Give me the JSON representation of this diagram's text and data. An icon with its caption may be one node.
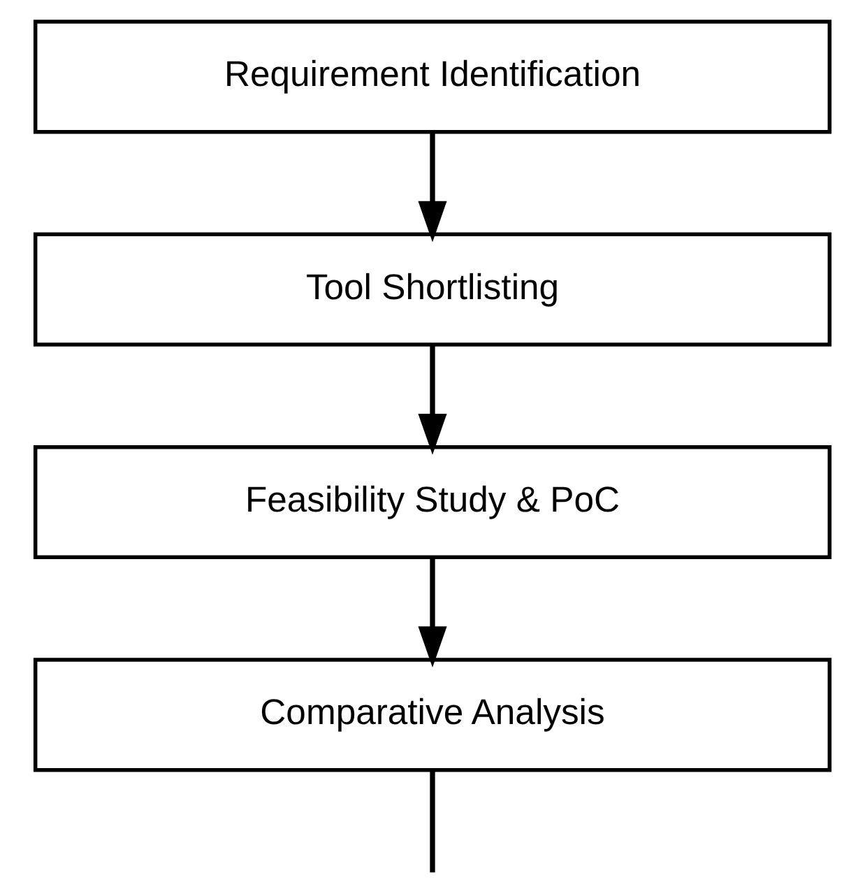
{
  "diagram": {
    "nodes": [
      {
        "text": [
          "Requirement Identification"
        ]
      },
      {
        "text": [
          "Tool Shortlisting"
        ]
      },
      {
        "text": [
          "Feasibility Study & PoC"
        ]
      },
      {
        "text": [
          "Comparative Analysis"
        ]
      }
    ],
    "edges": [
      {
        "from": 0,
        "to": 1,
        "arrow": "to"
      },
      {
        "from": 1,
        "to": 2,
        "arrow": "to"
      },
      {
        "from": 2,
        "to": 3,
        "arrow": "to"
      },
      {
        "from": 3,
        "to": null,
        "arrow": "none"
      }
    ]
  }
}
